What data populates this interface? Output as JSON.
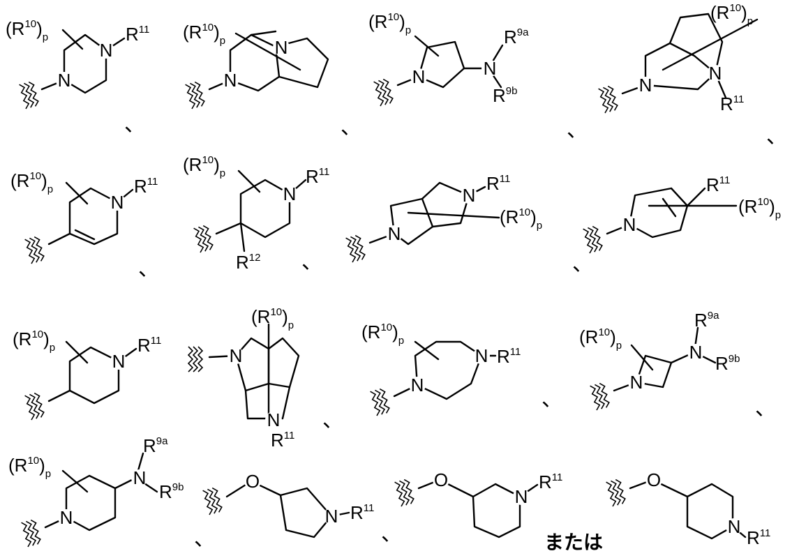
{
  "atoms": {
    "N": "N",
    "O": "O",
    "R": "R",
    "open_paren": "(",
    "close_paren": ")"
  },
  "subscripts": {
    "r10": "10",
    "r11": "11",
    "r12": "12",
    "r9a": "9a",
    "r9b": "9b",
    "p": "p"
  },
  "separator": "、",
  "conjunction": "または"
}
